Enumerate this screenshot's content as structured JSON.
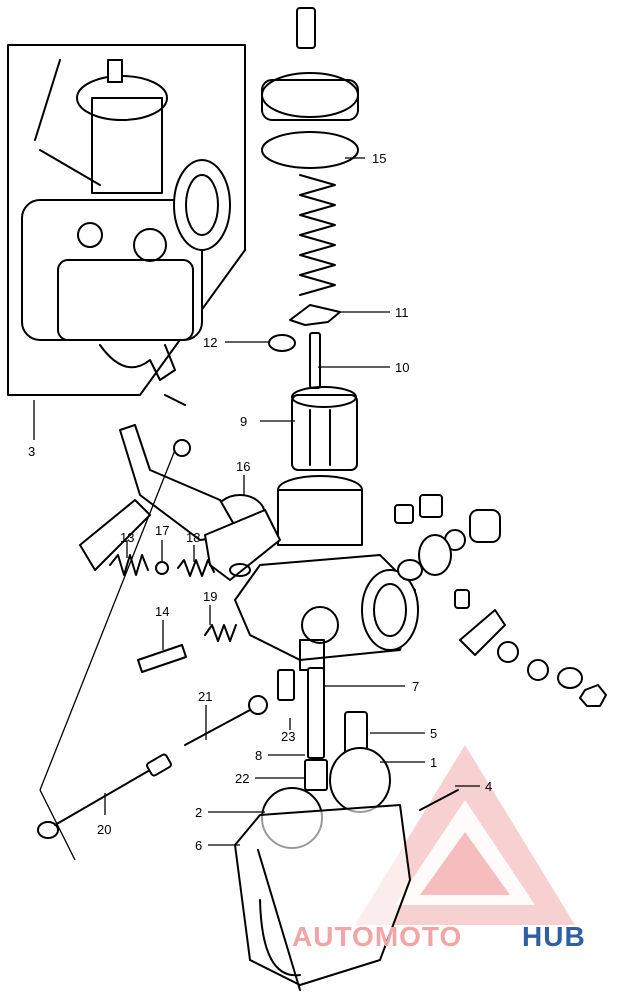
{
  "diagram": {
    "callouts": [
      {
        "id": "1",
        "label": "1"
      },
      {
        "id": "2",
        "label": "2"
      },
      {
        "id": "3",
        "label": "3"
      },
      {
        "id": "4",
        "label": "4"
      },
      {
        "id": "5",
        "label": "5"
      },
      {
        "id": "6",
        "label": "6"
      },
      {
        "id": "7",
        "label": "7"
      },
      {
        "id": "8",
        "label": "8"
      },
      {
        "id": "9",
        "label": "9"
      },
      {
        "id": "10",
        "label": "10"
      },
      {
        "id": "11",
        "label": "11"
      },
      {
        "id": "12",
        "label": "12"
      },
      {
        "id": "13",
        "label": "13"
      },
      {
        "id": "14",
        "label": "14"
      },
      {
        "id": "15",
        "label": "15"
      },
      {
        "id": "16",
        "label": "16"
      },
      {
        "id": "17",
        "label": "17"
      },
      {
        "id": "18",
        "label": "18"
      },
      {
        "id": "19",
        "label": "19"
      },
      {
        "id": "20",
        "label": "20"
      },
      {
        "id": "21",
        "label": "21"
      },
      {
        "id": "22",
        "label": "22"
      },
      {
        "id": "23",
        "label": "23"
      }
    ]
  },
  "watermark": {
    "text_accent": "AUTOMOTO",
    "text_brand": "HUB",
    "accent_color": "#f2a5a5",
    "brand_color": "#2f5fa3"
  }
}
